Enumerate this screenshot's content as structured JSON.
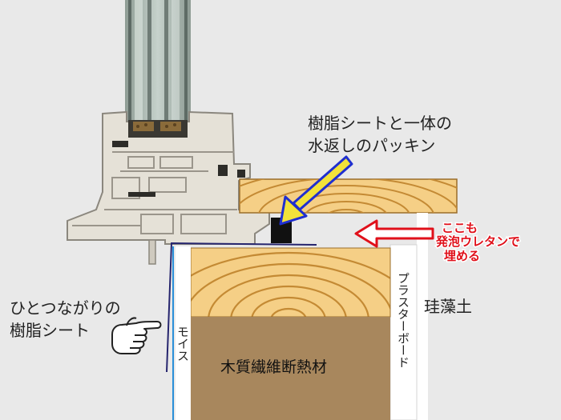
{
  "labels": {
    "packing_line1": "樹脂シートと一体の",
    "packing_line2": "水返しのパッキン",
    "urethane_line1": "ここも",
    "urethane_line2": "発泡ウレタンで",
    "urethane_line3": "埋める",
    "sheet_line1": "ひとつながりの",
    "sheet_line2": "樹脂シート",
    "moisture": "モイス",
    "plaster": "プラスターボード",
    "diatom": "珪藻土",
    "insulation": "木質繊維断熱材"
  },
  "colors": {
    "background": "#e9e9e9",
    "wood": "#f5cf86",
    "wood_ring": "#c48a34",
    "insulation": "#a8875d",
    "frame": "#e4e0d6",
    "blue_arrow": "#1f2fd0",
    "yellow_arrow": "#f2e23a",
    "red_arrow": "#e0101a",
    "red_text": "#e0101a",
    "sheet_line": "#26256e"
  },
  "icons": {
    "pointing_hand": "pointing-hand-icon"
  }
}
